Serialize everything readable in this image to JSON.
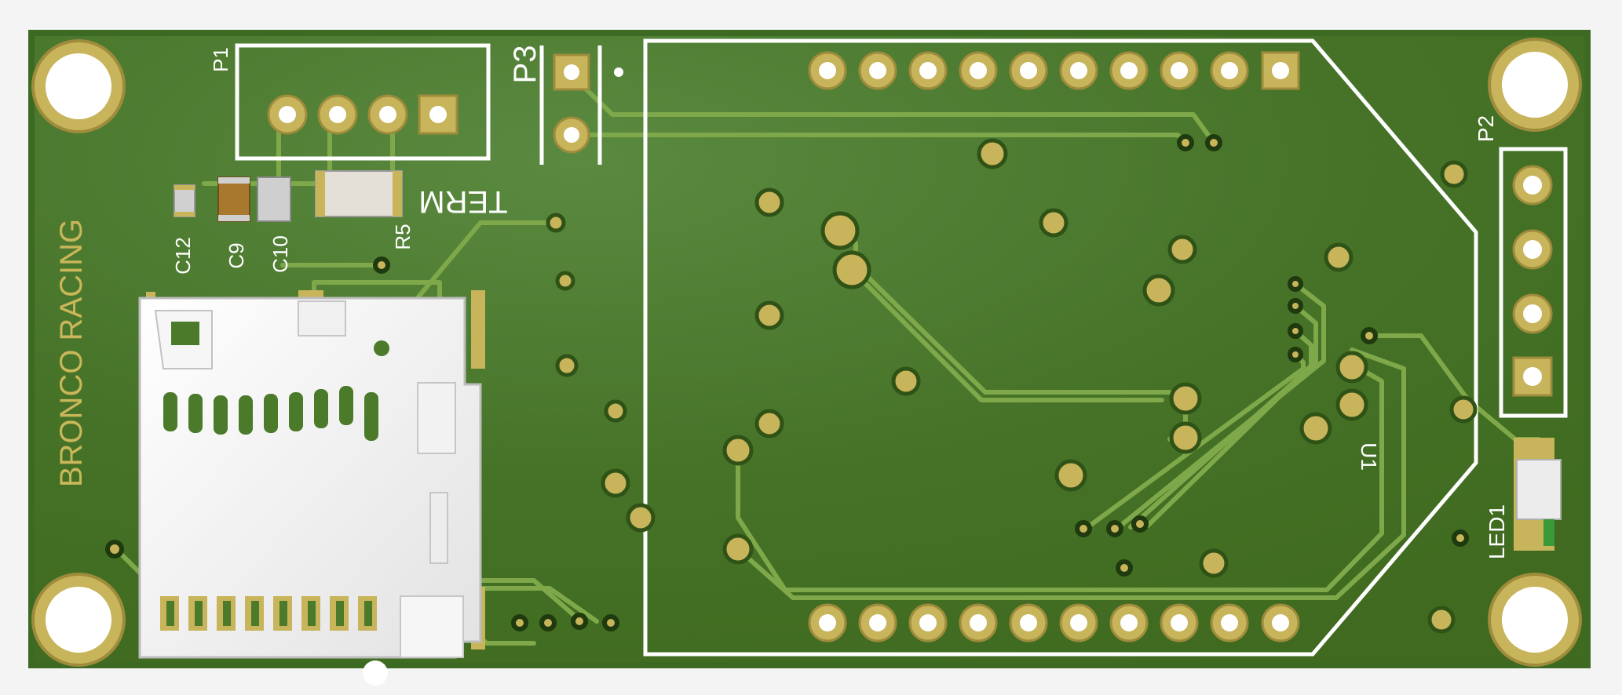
{
  "board": {
    "brand_text": "BRONCO RACING",
    "pcb_color": "#4a7a2a",
    "silk_color": "#ffffff",
    "copper_color": "#c8b45a",
    "trace_color": "#7ea84a",
    "brand_color": "#c9b75a"
  },
  "labels": {
    "p1": "P1",
    "p2": "P2",
    "p3": "P3",
    "term": "TERM",
    "c12": "C12",
    "c9": "C9",
    "c10": "C10",
    "r5": "R5",
    "u1": "U1",
    "led1": "LED1"
  }
}
